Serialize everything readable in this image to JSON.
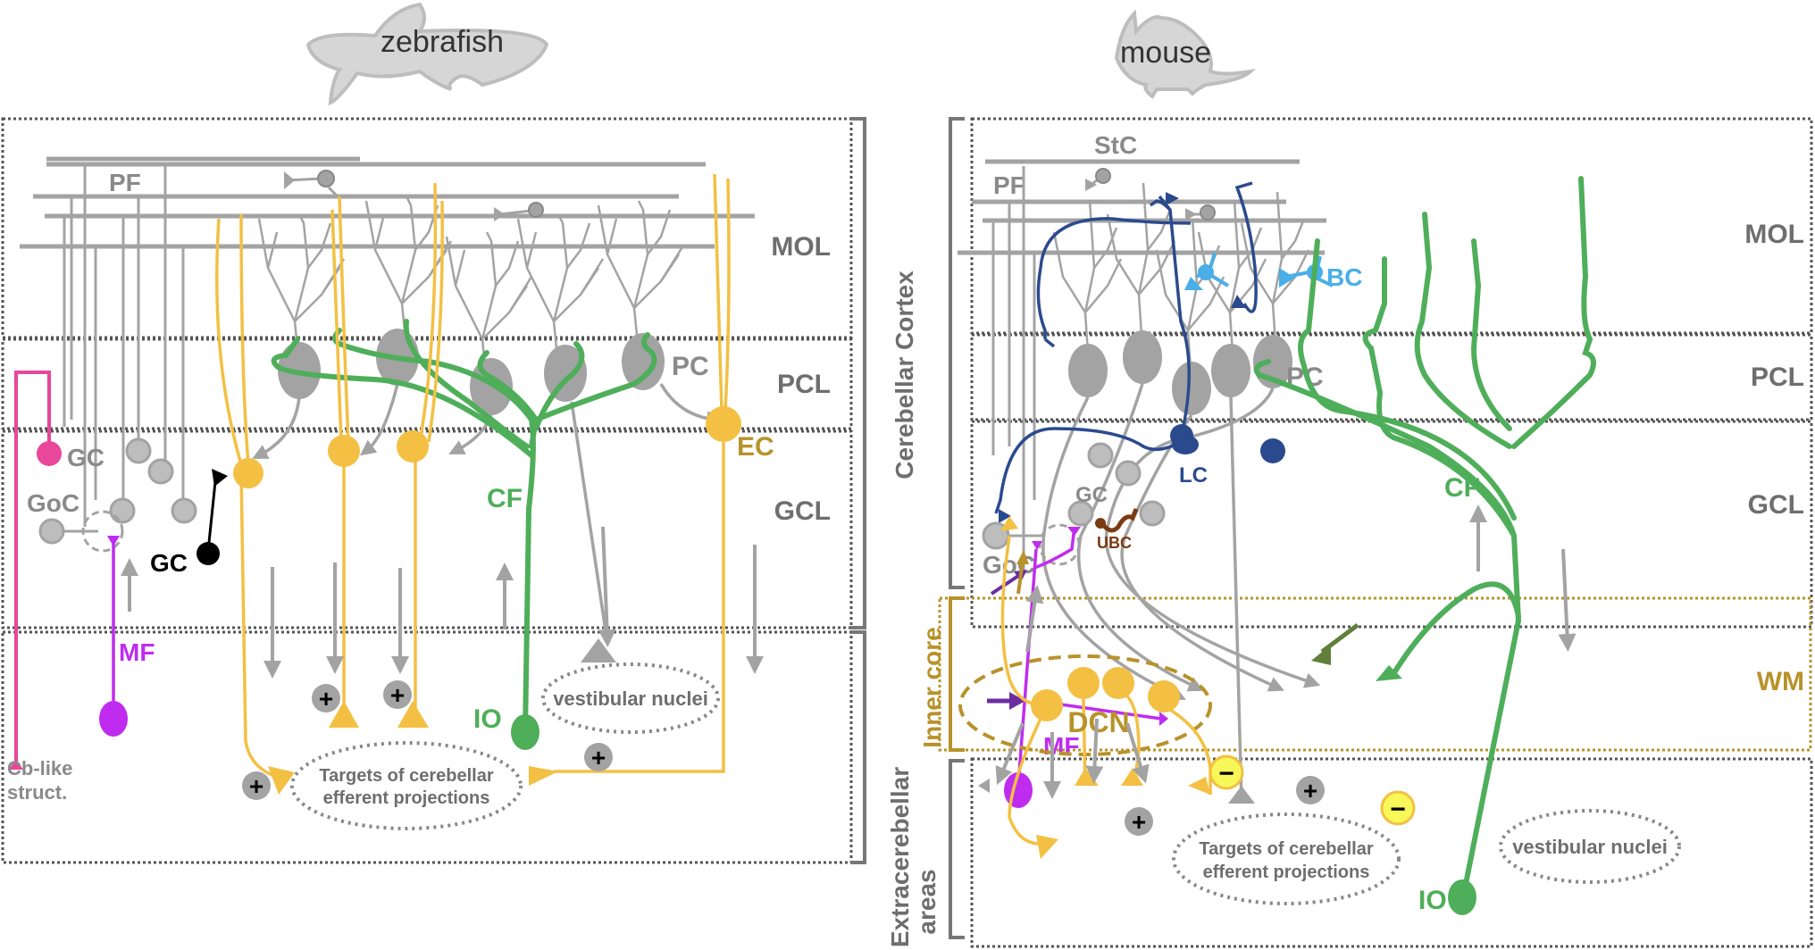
{
  "panels": {
    "zebrafish": {
      "title": "zebrafish",
      "layers": {
        "mol": "MOL",
        "pcl": "PCL",
        "gcl": "GCL"
      },
      "labels": {
        "pf": "PF",
        "pc": "PC",
        "ec": "EC",
        "cf": "CF",
        "gc_pink": "GC",
        "goc": "GoC",
        "gc_black": "GC",
        "mf": "MF",
        "io": "IO",
        "cb_like_1": "Cb-like",
        "cb_like_2": "struct.",
        "vestibular": "vestibular nuclei",
        "targets_1": "Targets of cerebellar",
        "targets_2": "efferent projections"
      },
      "signs": [
        "+",
        "+",
        "+",
        "+"
      ]
    },
    "mouse": {
      "title": "mouse",
      "layers": {
        "mol": "MOL",
        "pcl": "PCL",
        "gcl": "GCL",
        "wm": "WM"
      },
      "labels": {
        "stc": "StC",
        "pf": "PF",
        "bc": "BC",
        "pc": "PC",
        "lc": "LC",
        "gc": "GC",
        "ubc": "UBC",
        "goc": "GoC",
        "cf": "CF",
        "mf": "MF",
        "dcn": "DCN",
        "io": "IO",
        "vestibular": "vestibular nuclei",
        "targets_1": "Targets of cerebellar",
        "targets_2": "efferent projections"
      },
      "signs": [
        "+",
        "+",
        "−",
        "−"
      ]
    }
  },
  "regions": {
    "cerebellar_cortex": "Cerebellar Cortex",
    "inner_core": "Inner core",
    "extracerebellar_1": "Extracerebellar",
    "extracerebellar_2": "areas"
  },
  "colors": {
    "purkinje_gray": "#a3a3a3",
    "climbing_fiber": "#4fae5a",
    "eurydendroid_dcn": "#f3c043",
    "mossy_fiber": "#bf2cf0",
    "lugaro_cell": "#2b4a8e",
    "basket_cell": "#4aaee8",
    "ubc": "#7a3a12",
    "cb_like": "#e8479a",
    "inner_core": "#b8922a",
    "inhibitory_sign": "#f7f75a"
  }
}
